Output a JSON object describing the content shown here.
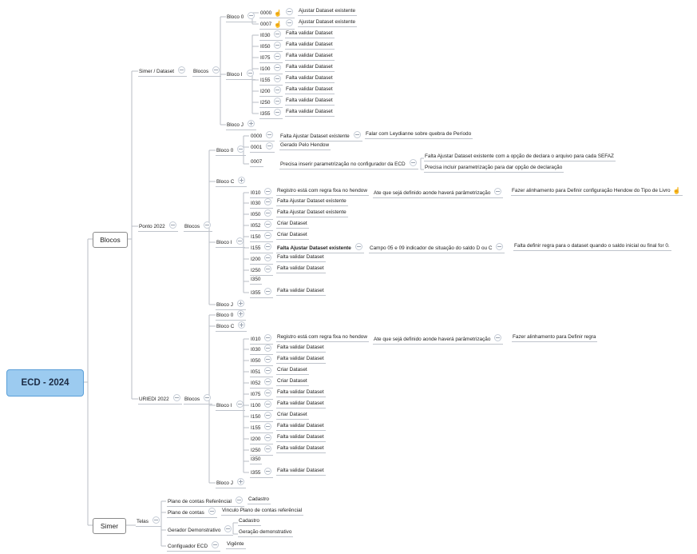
{
  "root": "ECD - 2024",
  "branches": {
    "blocos": "Blocos",
    "simer": "Simer"
  },
  "l2": {
    "simer_dataset": "Simer / Dataset",
    "ponto_2022": "Ponto 2022",
    "uriedi_2022": "URIEDI 2022",
    "blocos_word": "Blocos",
    "telas": "Telas"
  },
  "simer_dataset": {
    "bloco0": {
      "label": "Bloco 0",
      "items": [
        {
          "code": "0000",
          "status": "Ajustar Dataset existente"
        },
        {
          "code": "0007",
          "status": "Ajustar Dataset existente"
        }
      ]
    },
    "blocoI": {
      "label": "Bloco I",
      "items": [
        {
          "code": "I030",
          "status": "Falta validar Dataset"
        },
        {
          "code": "I050",
          "status": "Falta validar Dataset"
        },
        {
          "code": "I075",
          "status": "Falta validar Dataset"
        },
        {
          "code": "I100",
          "status": "Falta validar Dataset"
        },
        {
          "code": "I155",
          "status": "Falta validar Dataset"
        },
        {
          "code": "I200",
          "status": "Falta validar Dataset"
        },
        {
          "code": "I250",
          "status": "Falta validar Dataset"
        },
        {
          "code": "I355",
          "status": "Falta validar Dataset"
        }
      ]
    },
    "blocoJ": "Bloco J"
  },
  "ponto_2022": {
    "bloco0": {
      "label": "Bloco 0",
      "r0000": {
        "code": "0000",
        "a": "Falta Ajustar Dataset existente",
        "b": "Falar com Leydianne sobre quebra de Período"
      },
      "r0001": {
        "code": "0001",
        "a": "Gerado Pelo Hendow"
      },
      "r0007": {
        "code": "0007",
        "a": "Precisa inserir parametrização no configurador da ECD",
        "b1": "Falta Ajustar Dataset existente com a opção de declara o arquivo para cada SEFAZ",
        "b2": "Precisa incluir parametrização para dar opção de declaração"
      }
    },
    "blocoC": "Bloco C",
    "blocoI": {
      "label": "Bloco I",
      "i010": {
        "code": "I010",
        "a": "Registro está com regra fixa no hendow",
        "b": "Ate que sejá definido aonde haverá parâmetrização",
        "c": "Fazer alinhamento para Definir configuração Hendow do Tipo de Livro"
      },
      "items": [
        {
          "code": "I030",
          "status": "Falta Ajustar Dataset existente"
        },
        {
          "code": "I050",
          "status": "Falta Ajustar Dataset existente"
        },
        {
          "code": "I052",
          "status": "Criar Dataset"
        },
        {
          "code": "I150",
          "status": "Criar Dataset"
        }
      ],
      "i155": {
        "code": "I155",
        "a": "Falta Ajustar Dataset existente",
        "b": "Campo 05 e 09 indicador de situação do saldo D ou C",
        "c": "Falta definir regra para o dataset quando o saldo inicial ou final for 0."
      },
      "items2": [
        {
          "code": "I200",
          "status": "Falta validar Dataset"
        },
        {
          "code": "I250",
          "status": "Falta validar Dataset"
        },
        {
          "code": "I350",
          "status": ""
        },
        {
          "code": "I355",
          "status": "Falta validar Dataset"
        }
      ]
    },
    "blocoJ": "Bloco J"
  },
  "uriedi_2022": {
    "bloco0": "Bloco 0",
    "blocoC": "Bloco C",
    "blocoI": {
      "label": "Bloco I",
      "i010": {
        "code": "I010",
        "a": "Registro está com regra fixa no hendow",
        "b": "Ate que sejá definido aonde haverá parâmetrização",
        "c": "Fazer alinhamento para Definir regra"
      },
      "items": [
        {
          "code": "I030",
          "status": "Falta validar Dataset"
        },
        {
          "code": "I050",
          "status": "Falta validar Dataset"
        },
        {
          "code": "I051",
          "status": "Criar Dataset"
        },
        {
          "code": "I052",
          "status": "Criar Dataset"
        },
        {
          "code": "I075",
          "status": "Falta validar Dataset"
        },
        {
          "code": "I100",
          "status": "Falta validar Dataset"
        },
        {
          "code": "I150",
          "status": "Criar Dataset"
        },
        {
          "code": "I155",
          "status": "Falta validar Dataset"
        },
        {
          "code": "I200",
          "status": "Falta validar Dataset"
        },
        {
          "code": "I250",
          "status": "Falta validar Dataset"
        },
        {
          "code": "I350",
          "status": ""
        },
        {
          "code": "I355",
          "status": "Falta validar Dataset"
        }
      ]
    },
    "blocoJ": "Bloco J"
  },
  "telas": {
    "plano_ref": {
      "label": "Plano de contas Referêncial",
      "child": "Cadastro"
    },
    "plano": {
      "label": "Plano de contas",
      "child": "Vinculo Plano de contas referêncial"
    },
    "gerador": {
      "label": "Gerador Demonstrativo",
      "child1": "Cadastro",
      "child2": "Geração demonstrativo"
    },
    "config": {
      "label": "Configuador ECD",
      "child": "Vigênte"
    }
  },
  "colors": {
    "root_fill": "#9ccbf0",
    "root_border": "#5b9fd8",
    "line": "#b9bec6",
    "hand": "#e9c46a"
  }
}
